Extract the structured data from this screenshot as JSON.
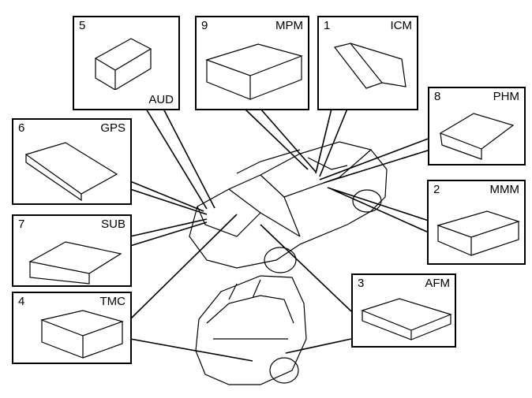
{
  "components": [
    {
      "key": "aud",
      "num": "5",
      "code": "AUD"
    },
    {
      "key": "mpm",
      "num": "9",
      "code": "MPM"
    },
    {
      "key": "icm",
      "num": "1",
      "code": "ICM"
    },
    {
      "key": "phm",
      "num": "8",
      "code": "PHM"
    },
    {
      "key": "gps",
      "num": "6",
      "code": "GPS"
    },
    {
      "key": "mmm",
      "num": "2",
      "code": "MMM"
    },
    {
      "key": "sub",
      "num": "7",
      "code": "SUB"
    },
    {
      "key": "afm",
      "num": "3",
      "code": "AFM"
    },
    {
      "key": "tmc",
      "num": "4",
      "code": "TMC"
    }
  ]
}
